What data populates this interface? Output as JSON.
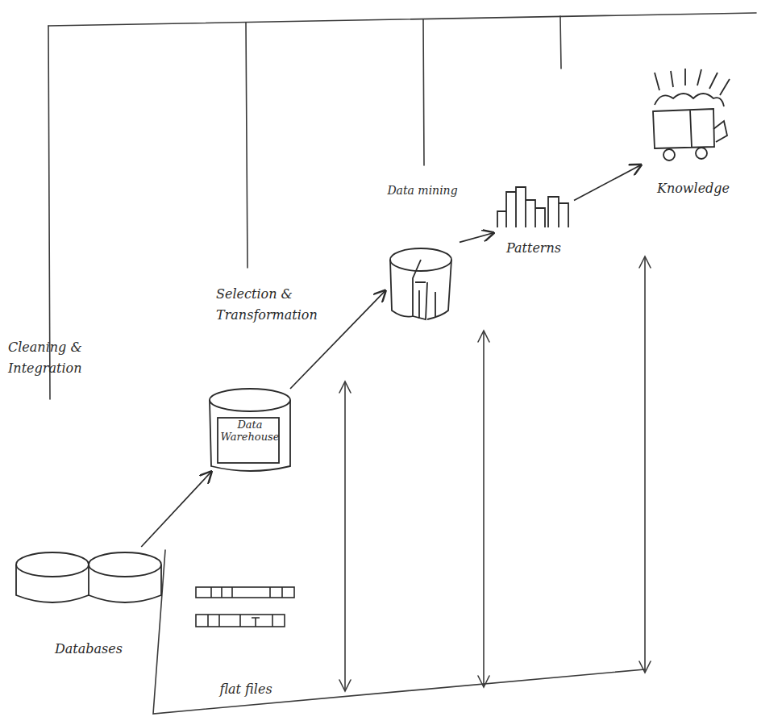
{
  "diagram": {
    "nodes": [
      {
        "text": [
          "Databases"
        ]
      },
      {
        "text": [
          "flat files"
        ]
      },
      {
        "text": [
          "Data Warehouse"
        ]
      },
      {
        "text": [
          "Data mining"
        ]
      },
      {
        "text": [
          "Patterns"
        ]
      },
      {
        "text": [
          "Knowledge"
        ]
      }
    ],
    "edges": [
      {
        "from": 0,
        "to": 2,
        "arrow": "to",
        "label": "Cleaning & Integration"
      },
      {
        "from": 2,
        "to": 3,
        "arrow": "to",
        "label": "Selection & Transformation"
      },
      {
        "from": 3,
        "to": 4,
        "arrow": "to"
      },
      {
        "from": 4,
        "to": 5,
        "arrow": "to"
      }
    ]
  }
}
